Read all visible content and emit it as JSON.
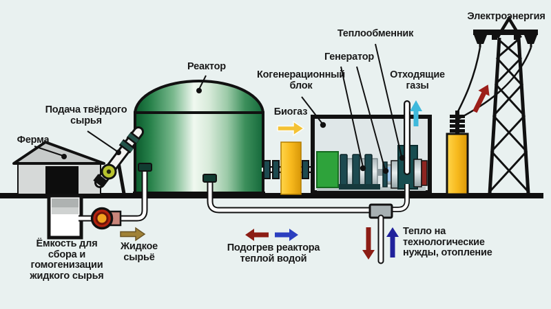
{
  "labels": {
    "farm": "Ферма",
    "solid_feed": [
      "Подача твёрдого",
      "сырья"
    ],
    "reactor": "Реактор",
    "cogeneration_unit": [
      "Когенерационный",
      "блок"
    ],
    "biogas": "Биогаз",
    "generator": "Генератор",
    "heat_exchanger": "Теплообменник",
    "exhaust_gases": [
      "Отходящие",
      "газы"
    ],
    "electricity": "Электроэнергия",
    "collection_tank": [
      "Ёмкость для",
      "сбора и",
      "гомогенизации",
      "жидкого сырья"
    ],
    "liquid_feed": [
      "Жидкое",
      "сырьё"
    ],
    "reactor_heating": [
      "Подогрев реактора",
      "теплой водой"
    ],
    "heat_needs": [
      "Тепло на",
      "технологические",
      "нужды, отопление"
    ]
  },
  "arrows": {
    "liquid_feed": {
      "icon": "arrow-right-icon",
      "color": "#a08136"
    },
    "biogas": {
      "icon": "arrow-right-icon",
      "color": "#f4c234"
    },
    "reactor_heating_supply": {
      "icon": "arrow-left-icon",
      "color": "#8c1d15"
    },
    "reactor_heating_return": {
      "icon": "arrow-right-icon",
      "color": "#2b3fbf"
    },
    "heat_out": {
      "icon": "arrow-down-icon",
      "color": "#8c1d15"
    },
    "heat_return": {
      "icon": "arrow-up-icon",
      "color": "#20219c"
    },
    "exhaust_gases": {
      "icon": "arrow-up-icon",
      "color": "#3fb9dc"
    },
    "electricity": {
      "icon": "arrow-up-right-icon",
      "color": "#9c1f1a"
    }
  },
  "colors": {
    "background": "#e9f1f0",
    "outline": "#111111",
    "reactor_green_dark": "#0a5a2c",
    "reactor_green_light": "#f0f8f0",
    "biogas_yellow": "#f6bd1f",
    "equipment_green": "#2ea33b",
    "equipment_teal": "#1d4a50",
    "heat_exchanger_teal": "#174d50",
    "transformer_yellow": "#f2ae1a",
    "pump_red": "#b2220f",
    "pump_orange": "#f2a31f"
  }
}
